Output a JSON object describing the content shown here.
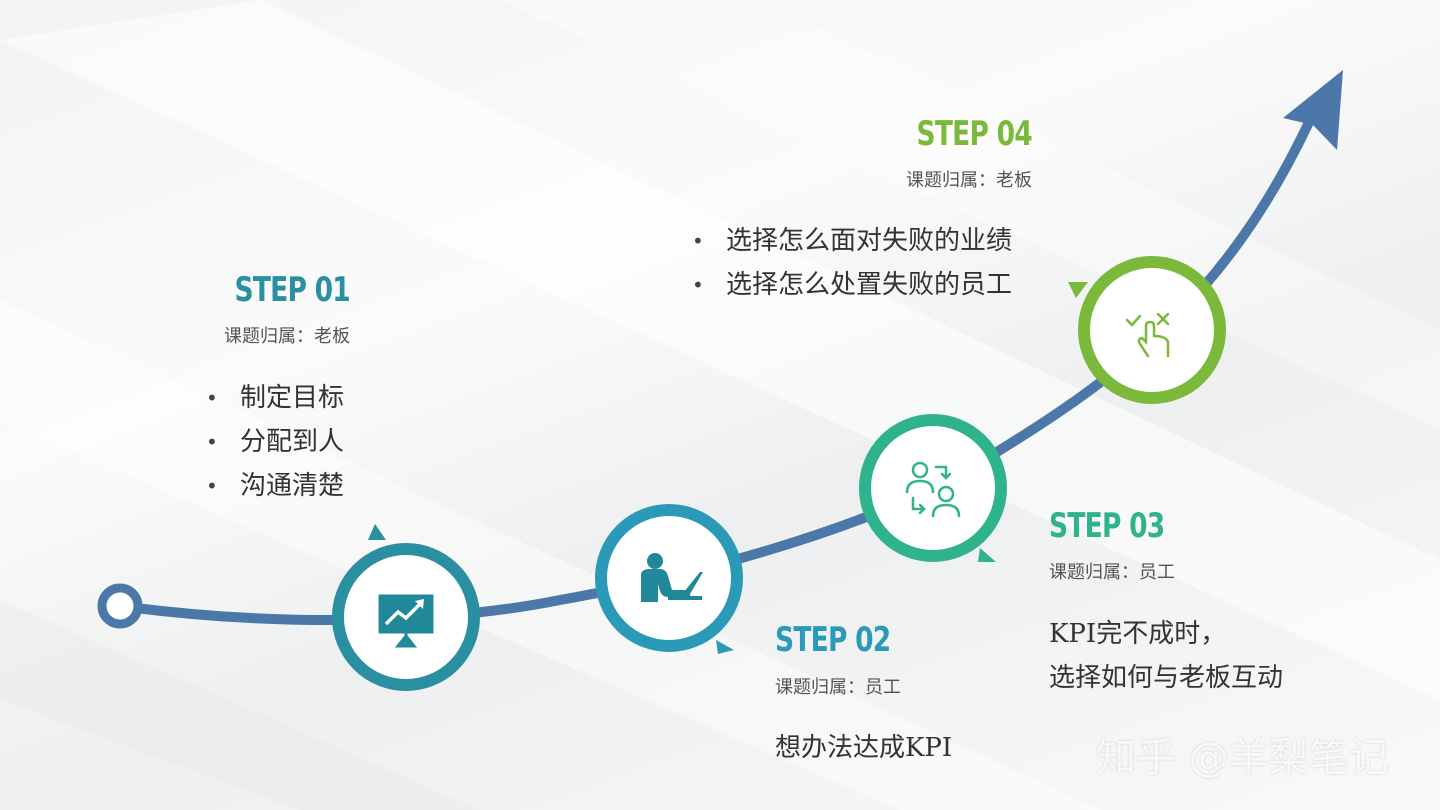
{
  "colors": {
    "arrow": "#4b78a8",
    "step1": "#2a8fa0",
    "step2": "#2b9ab8",
    "step3": "#2fb38c",
    "step4": "#7ab93a",
    "icon_teal": "#208898"
  },
  "steps": [
    {
      "title": "STEP 01",
      "owner": "课题归属：老板",
      "bullets": [
        "制定目标",
        "分配到人",
        "沟通清楚"
      ],
      "icon": "presentation-chart-icon"
    },
    {
      "title": "STEP 02",
      "owner": "课题归属：员工",
      "text": [
        "想办法达成KPI"
      ],
      "icon": "person-laptop-icon"
    },
    {
      "title": "STEP 03",
      "owner": "课题归属：员工",
      "text": [
        "KPI完不成时，",
        "选择如何与老板互动"
      ],
      "icon": "people-exchange-icon"
    },
    {
      "title": "STEP 04",
      "owner": "课题归属：老板",
      "bullets": [
        "选择怎么面对失败的业绩",
        "选择怎么处置失败的员工"
      ],
      "icon": "hand-choice-icon"
    }
  ],
  "watermark": "知乎 @羊梨笔记"
}
